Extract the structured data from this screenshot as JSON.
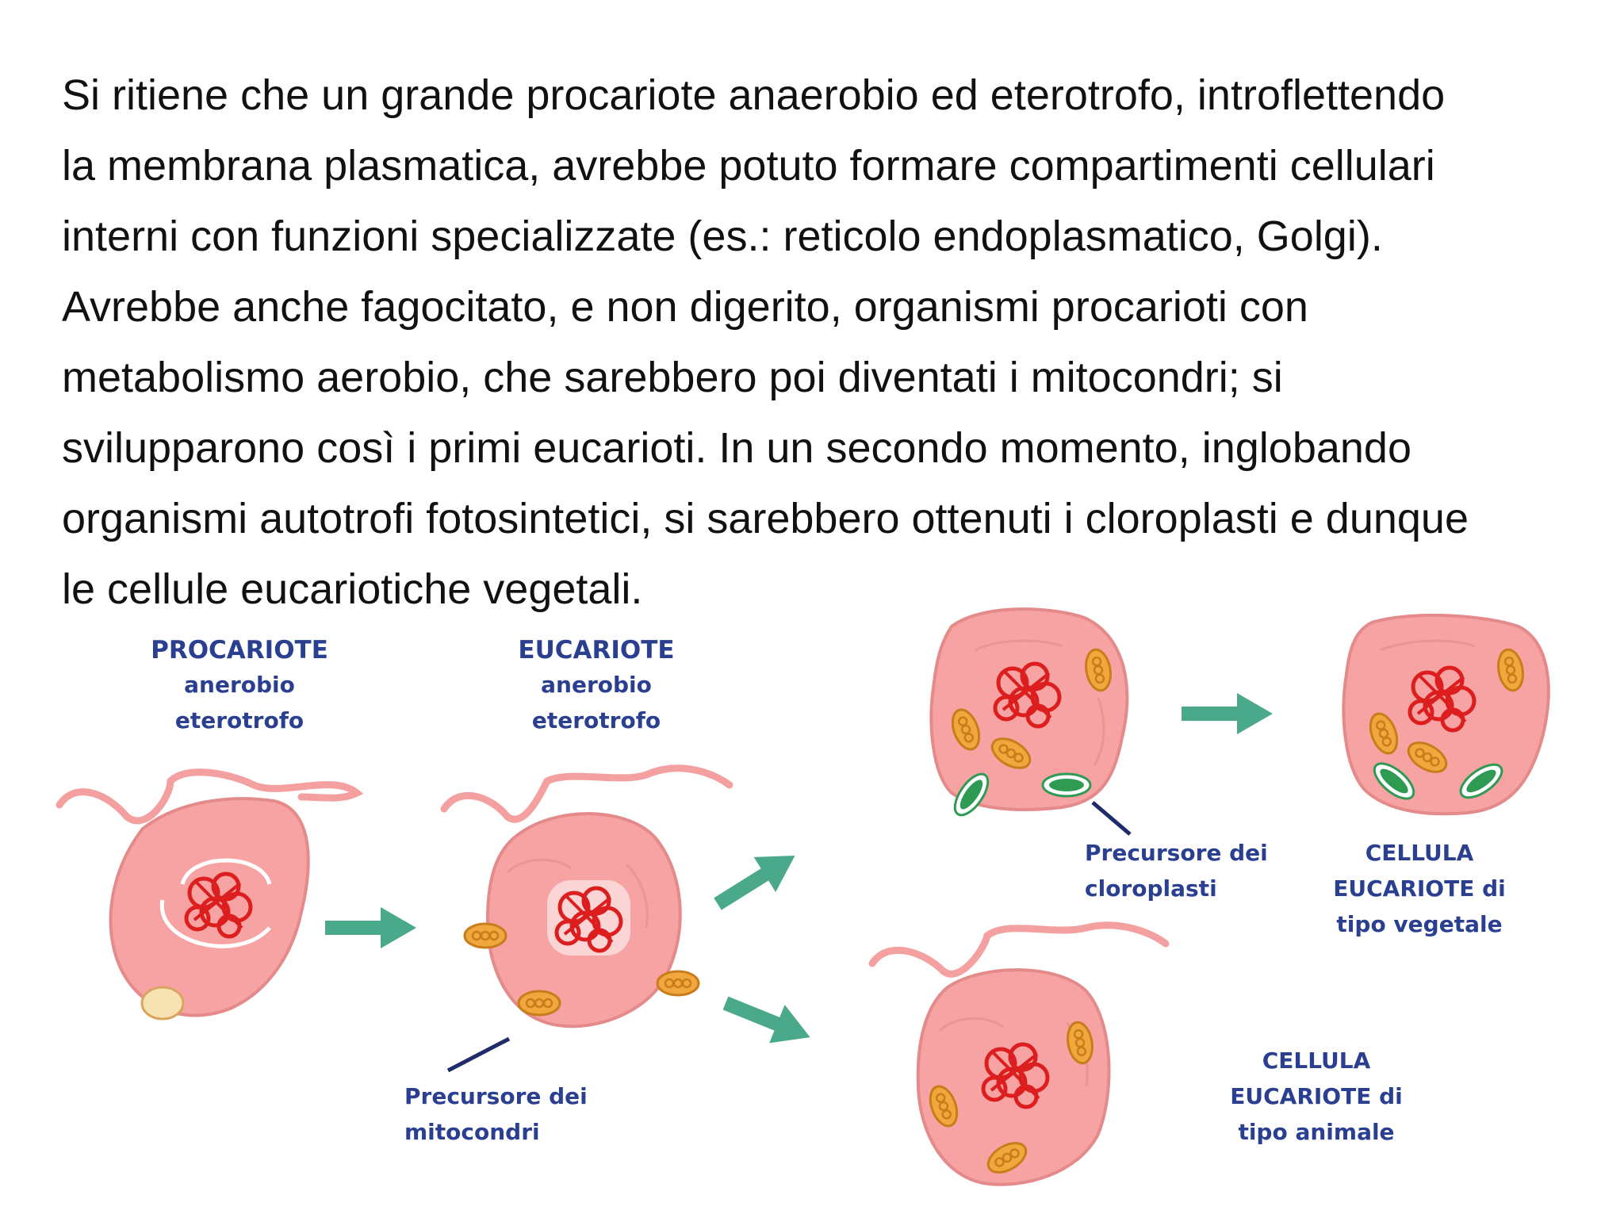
{
  "paragraph": {
    "lines": [
      "Si ritiene che un grande procariote anaerobio ed eterotrofo, introflettendo",
      "la membrana plasmatica, avrebbe potuto formare compartimenti cellulari",
      "interni con funzioni specializzate (es.: reticolo endoplasmatico, Golgi).",
      "Avrebbe anche fagocitato, e non digerito, organismi procarioti con",
      "metabolismo aerobio, che sarebbero poi diventati i mitocondri; si",
      "svilupparono così i primi eucarioti. In un secondo momento, inglobando",
      "organismi autotrofi fotosintetici, si sarebbero ottenuti i cloroplasti e dunque",
      "le cellule eucariotiche vegetali."
    ]
  },
  "diagram": {
    "procariote": {
      "line1": "PROCARIOTE",
      "line2": "anerobio",
      "line3": "eterotrofo"
    },
    "eucariote": {
      "line1": "EUCARIOTE",
      "line2": "anerobio",
      "line3": "eterotrofo"
    },
    "precursore_mitocondri": {
      "line1": "Precursore dei",
      "line2": "mitocondri"
    },
    "precursore_cloroplasti": {
      "line1": "Precursore dei",
      "line2": "cloroplasti"
    },
    "cellula_vegetale": {
      "line1": "CELLULA",
      "line2": "EUCARIOTE di",
      "line3": "tipo vegetale"
    },
    "cellula_animale": {
      "line1": "CELLULA",
      "line2": "EUCARIOTE di",
      "line3": "tipo animale"
    }
  },
  "colors": {
    "text": "#111111",
    "label": "#2a3f8f",
    "cell_fill": "#f7a3a3",
    "cell_stroke": "#e58a8a",
    "nucleus": "#dd1e1e",
    "mitochondrion": "#f0a83c",
    "chloroplast": "#2f9a52",
    "arrow": "#4aa98a"
  }
}
